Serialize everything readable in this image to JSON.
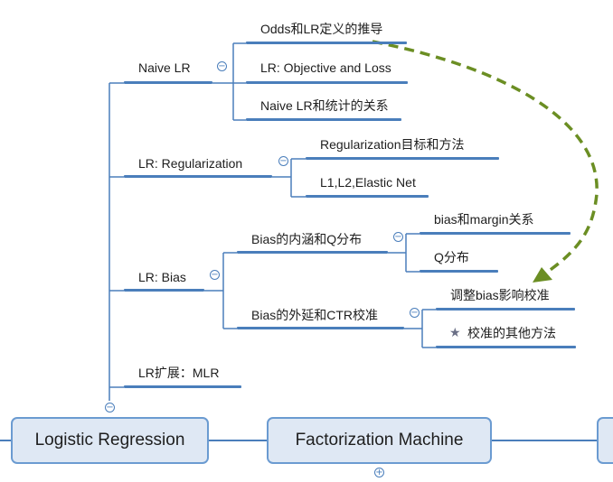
{
  "roots": [
    {
      "id": "lr",
      "label": "Logistic Regression"
    },
    {
      "id": "fm",
      "label": "Factorization Machine"
    },
    {
      "id": "partial",
      "label": ""
    }
  ],
  "nodes": {
    "naive_lr": "Naive LR",
    "odds": "Odds和LR定义的推导",
    "objective": "LR: Objective and Loss",
    "naive_stats": "Naive LR和统计的关系",
    "regularization": "LR: Regularization",
    "reg_goal": "Regularization目标和方法",
    "l1l2": "L1,L2,Elastic Net",
    "bias": "LR: Bias",
    "bias_inner": "Bias的内涵和Q分布",
    "bias_margin": "bias和margin关系",
    "q_dist": "Q分布",
    "bias_outer": "Bias的外延和CTR校准",
    "adjust_bias": "调整bias影响校准",
    "other_calib": "校准的其他方法",
    "lr_ext": "LR扩展：MLR"
  },
  "colors": {
    "line": "#4a7ebb",
    "root_fill": "#dfe8f4",
    "root_border": "#6b9bd1",
    "arrow": "#6b8e23",
    "star": "#6a6f86"
  },
  "icons": {
    "collapse": "minus-circle-icon",
    "expand": "plus-circle-icon",
    "marker": "star-icon"
  },
  "symbols": {
    "collapse": "−",
    "expand": "+",
    "star": "★"
  }
}
